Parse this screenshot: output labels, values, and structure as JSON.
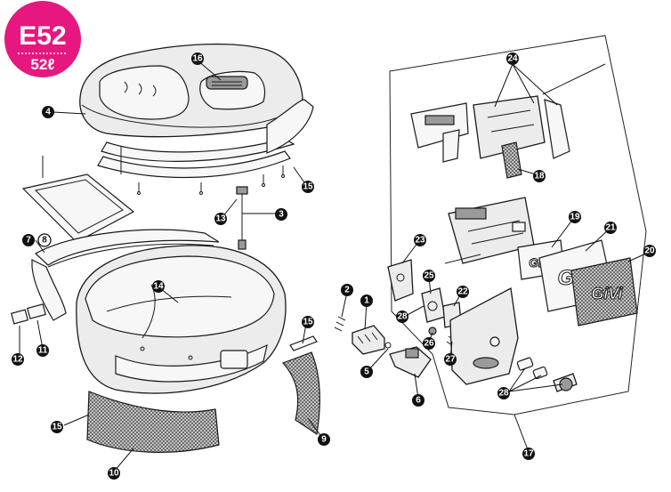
{
  "badge": {
    "model": "E52",
    "capacity": "52ℓ",
    "color": "#e6177e"
  },
  "brand": {
    "logo_text": "GiVi"
  },
  "callouts": {
    "c1": "1",
    "c2": "2",
    "c3": "3",
    "c4": "4",
    "c5": "5",
    "c6": "6",
    "c7": "7",
    "c8": "8",
    "c9": "9",
    "c10": "10",
    "c11": "11",
    "c12": "12",
    "c13": "13",
    "c14": "14",
    "c15a": "15",
    "c15b": "15",
    "c15c": "15",
    "c16": "16",
    "c17": "17",
    "c18": "18",
    "c19": "19",
    "c20": "20",
    "c21": "21",
    "c22": "22",
    "c23": "23",
    "c24": "24",
    "c25": "25",
    "c26": "26",
    "c27": "27",
    "c28a": "28",
    "c28b": "28"
  }
}
